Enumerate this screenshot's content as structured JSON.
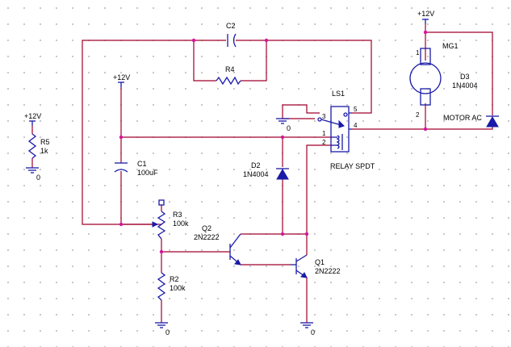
{
  "supplies": {
    "vcc_label": "+12V",
    "gnd_label": "0"
  },
  "components": {
    "r5": {
      "ref": "R5",
      "value": "1k"
    },
    "c1": {
      "ref": "C1",
      "value": "100uF"
    },
    "c2": {
      "ref": "C2"
    },
    "r4": {
      "ref": "R4"
    },
    "r3": {
      "ref": "R3",
      "value": "100k"
    },
    "r2": {
      "ref": "R2",
      "value": "100k"
    },
    "q1": {
      "ref": "Q1",
      "value": "2N2222"
    },
    "q2": {
      "ref": "Q2",
      "value": "2N2222"
    },
    "d2": {
      "ref": "D2",
      "value": "1N4004"
    },
    "d3": {
      "ref": "D3",
      "value": "1N4004"
    },
    "mg1": {
      "ref": "MG1",
      "desc": "MOTOR AC"
    },
    "ls1": {
      "ref": "LS1",
      "desc": "RELAY SPDT",
      "pins": [
        "1",
        "2",
        "3",
        "4",
        "5"
      ]
    },
    "mg1_pins": [
      "1",
      "2"
    ]
  },
  "colors": {
    "wire": "#a0002a",
    "component": "#1a1aa8",
    "junction": "#d4159c",
    "grid": "#b8b8b8"
  }
}
